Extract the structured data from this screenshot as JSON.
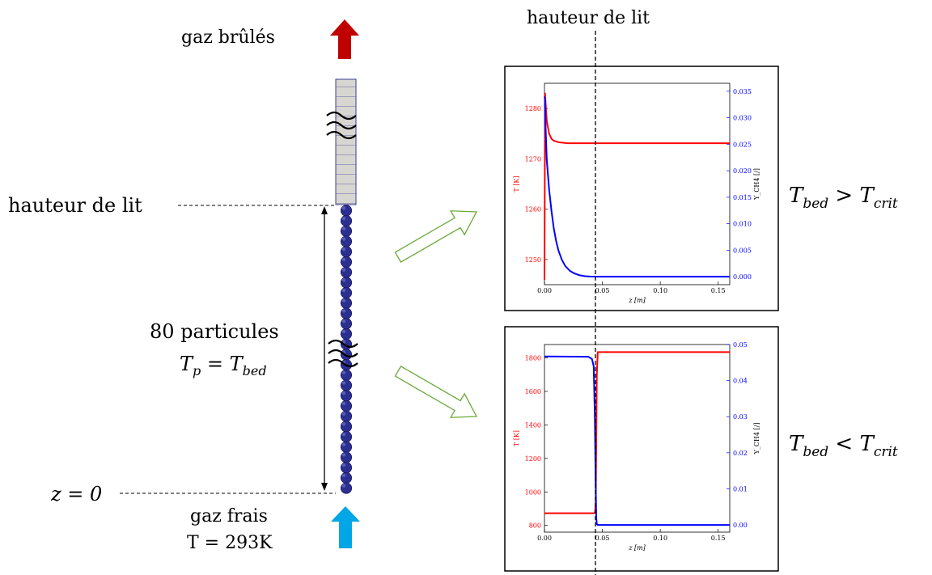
{
  "labels": {
    "burnt_gas": "gaz brûlés",
    "bed_height_left": "hauteur de lit",
    "bed_height_top": "hauteur de lit",
    "particles_line1": "80 particules",
    "particles_line2_lhs": "T",
    "particles_line2_sub": "p",
    "particles_line2_eq": " = T",
    "particles_line2_sub2": "bed",
    "z_zero": "z = 0",
    "fresh_gas": "gaz frais",
    "fresh_temp": "T = 293K",
    "cond_top_T": "T",
    "cond_top_sub1": "bed",
    "cond_top_op": " > T",
    "cond_top_sub2": "crit",
    "cond_bot_T": "T",
    "cond_bot_sub1": "bed",
    "cond_bot_op": " < T",
    "cond_bot_sub2": "crit"
  },
  "colors": {
    "burnt_arrow": "#c00000",
    "fresh_arrow": "#00a6e6",
    "particle": "#2b2f8f",
    "gas_cell": "#d8d6d0",
    "hollow_arrow": "#6aaa3a",
    "temperature": "#ff0000",
    "methane": "#0000ff"
  },
  "chart_data": [
    {
      "type": "line",
      "xlabel": "z [m]",
      "ylabel_left": "T [K]",
      "ylabel_right": "Y_CH4 [/]",
      "xlim": [
        0,
        0.16
      ],
      "ylim_left": [
        1245,
        1285
      ],
      "ylim_right": [
        -0.0015,
        0.0365
      ],
      "xticks": [
        "0.00",
        "0.05",
        "0.10",
        "0.15"
      ],
      "yticks_left": [
        "1250",
        "1260",
        "1270",
        "1280"
      ],
      "yticks_right": [
        "0.000",
        "0.005",
        "0.010",
        "0.015",
        "0.020",
        "0.025",
        "0.030",
        "0.035"
      ],
      "bed_height_z": 0.044,
      "series": [
        {
          "axis": "left",
          "color": "#ff0000",
          "x": [
            0,
            0.0005,
            0.001,
            0.002,
            0.004,
            0.006,
            0.008,
            0.012,
            0.016,
            0.02,
            0.03,
            0.05,
            0.1,
            0.16
          ],
          "y": [
            1246,
            1283,
            1281,
            1277.5,
            1275,
            1274,
            1273.6,
            1273.3,
            1273.2,
            1273.1,
            1273.1,
            1273.1,
            1273.1,
            1273.1
          ]
        },
        {
          "axis": "right",
          "color": "#0000ff",
          "x": [
            0,
            0.0005,
            0.001,
            0.002,
            0.004,
            0.006,
            0.008,
            0.01,
            0.012,
            0.015,
            0.018,
            0.022,
            0.026,
            0.03,
            0.035,
            0.04,
            0.05,
            0.1,
            0.16
          ],
          "y": [
            0.034,
            0.0335,
            0.028,
            0.022,
            0.0165,
            0.0125,
            0.0092,
            0.0068,
            0.005,
            0.0032,
            0.002,
            0.0011,
            0.0006,
            0.0003,
            0.0001,
            3e-05,
            0,
            0,
            0
          ]
        }
      ]
    },
    {
      "type": "line",
      "xlabel": "z [m]",
      "ylabel_left": "T [K]",
      "ylabel_right": "Y_CH4 [/]",
      "xlim": [
        0,
        0.16
      ],
      "ylim_left": [
        760,
        1880
      ],
      "ylim_right": [
        -0.002,
        0.05
      ],
      "xticks": [
        "0.00",
        "0.05",
        "0.10",
        "0.15"
      ],
      "yticks_left": [
        "800",
        "1000",
        "1200",
        "1400",
        "1600",
        "1800"
      ],
      "yticks_right": [
        "0.00",
        "0.01",
        "0.02",
        "0.03",
        "0.04",
        "0.05"
      ],
      "bed_height_z": 0.044,
      "series": [
        {
          "axis": "left",
          "color": "#ff0000",
          "x": [
            0,
            0.043,
            0.0437,
            0.0443,
            0.0447,
            0.0452,
            0.046,
            0.16
          ],
          "y": [
            873,
            873,
            880,
            950,
            1300,
            1700,
            1835,
            1835
          ]
        },
        {
          "axis": "right",
          "color": "#0000ff",
          "x": [
            0,
            0.038,
            0.041,
            0.0425,
            0.0435,
            0.0442,
            0.0447,
            0.0452,
            0.046,
            0.16
          ],
          "y": [
            0.0467,
            0.0466,
            0.046,
            0.044,
            0.03,
            0.012,
            0.002,
            0.0002,
            0,
            0
          ]
        }
      ]
    }
  ]
}
